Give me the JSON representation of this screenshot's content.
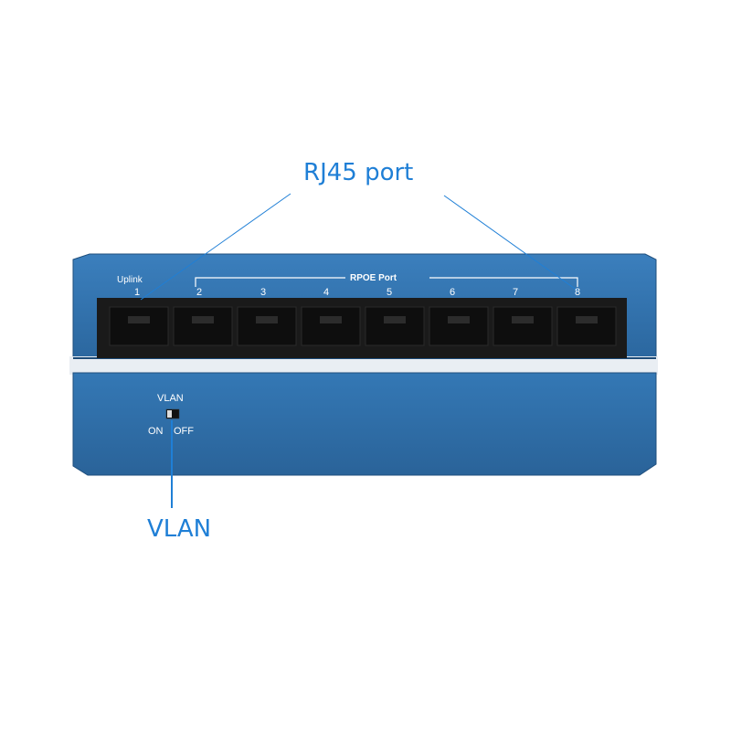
{
  "callouts": {
    "rj45": "RJ45 port",
    "vlan": "VLAN"
  },
  "device": {
    "uplink_label": "Uplink",
    "rpoe_label": "RPOE Port",
    "port_numbers": [
      "1",
      "2",
      "3",
      "4",
      "5",
      "6",
      "7",
      "8"
    ],
    "vlan_switch_label": "VLAN",
    "switch_on": "ON",
    "switch_off": "OFF"
  },
  "colors": {
    "callout_text": "#1f7fd6",
    "device_body": "#2f6fa8",
    "port_interior": "#141414"
  }
}
